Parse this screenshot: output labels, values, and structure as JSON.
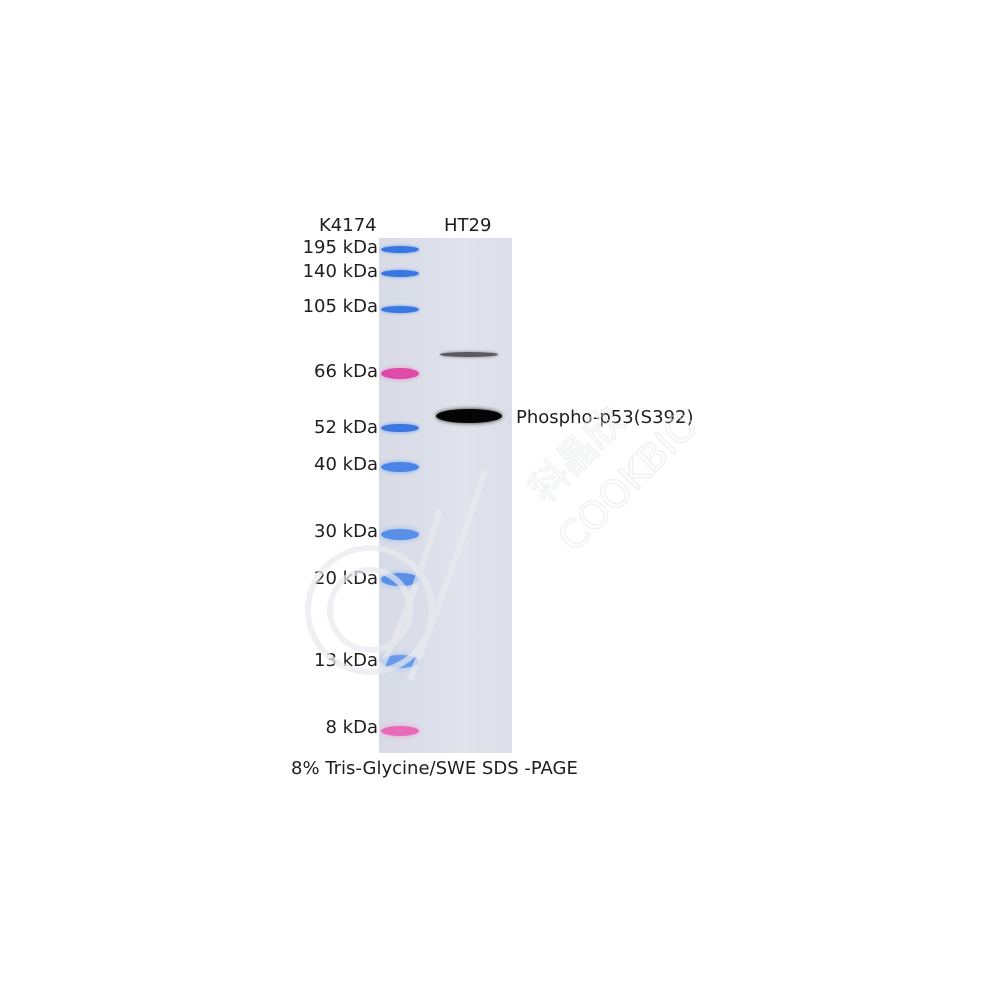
{
  "header": {
    "ladder_lane_label": "K4174",
    "sample_lane_label": "HT29"
  },
  "markers": [
    {
      "label": "195 kDa",
      "color": "#3a78e0"
    },
    {
      "label": "140 kDa",
      "color": "#3a78e0"
    },
    {
      "label": "105 kDa",
      "color": "#3a78e0"
    },
    {
      "label": "66 kDa",
      "color": "#e04aa8"
    },
    {
      "label": "52 kDa",
      "color": "#3a78e0"
    },
    {
      "label": "40 kDa",
      "color": "#3a78e0"
    },
    {
      "label": "30 kDa",
      "color": "#3a78e0"
    },
    {
      "label": "20 kDa",
      "color": "#3a78e0"
    },
    {
      "label": "13 kDa",
      "color": "#3a78e0"
    },
    {
      "label": "8 kDa",
      "color": "#e04aa8"
    }
  ],
  "band_annotation": "Phospho-p53(S392)",
  "footer": "8% Tris-Glycine/SWE SDS -PAGE",
  "watermark": {
    "text_cn": "科晶欣",
    "text_en": "COOKBIO"
  }
}
